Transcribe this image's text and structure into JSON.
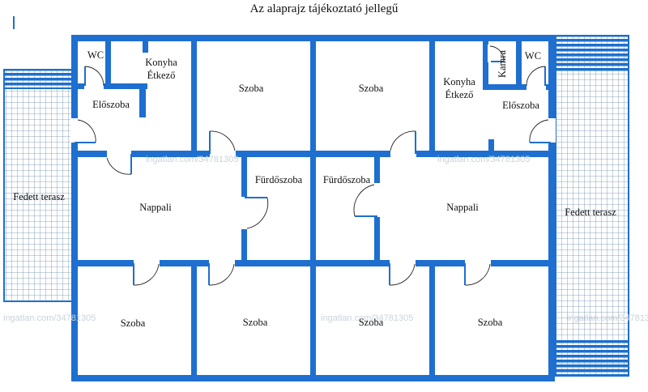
{
  "title": "Az alaprajz tájékoztató jellegű",
  "watermark": "ingatlan.com/34781305",
  "colors": {
    "wall": "#1e6fcf",
    "grid": "#6e8ca8",
    "background": "#ffffff"
  },
  "rooms": {
    "wc_left": "WC",
    "konyha_left_1": "Konyha",
    "konyha_left_2": "Étkező",
    "eloszoba_left": "Előszoba",
    "szoba_top_1": "Szoba",
    "szoba_top_2": "Szoba",
    "konyha_right_1": "Konyha",
    "konyha_right_2": "Étkező",
    "kamra": "Kamra",
    "wc_right": "WC",
    "eloszoba_right": "Előszoba",
    "nappali_left": "Nappali",
    "furdoszoba_left": "Fürdőszoba",
    "furdoszoba_right": "Fürdőszoba",
    "nappali_right": "Nappali",
    "szoba_bottom_1": "Szoba",
    "szoba_bottom_2": "Szoba",
    "szoba_bottom_3": "Szoba",
    "szoba_bottom_4": "Szoba",
    "terrace_left": "Fedett terasz",
    "terrace_right": "Fedett terasz"
  }
}
